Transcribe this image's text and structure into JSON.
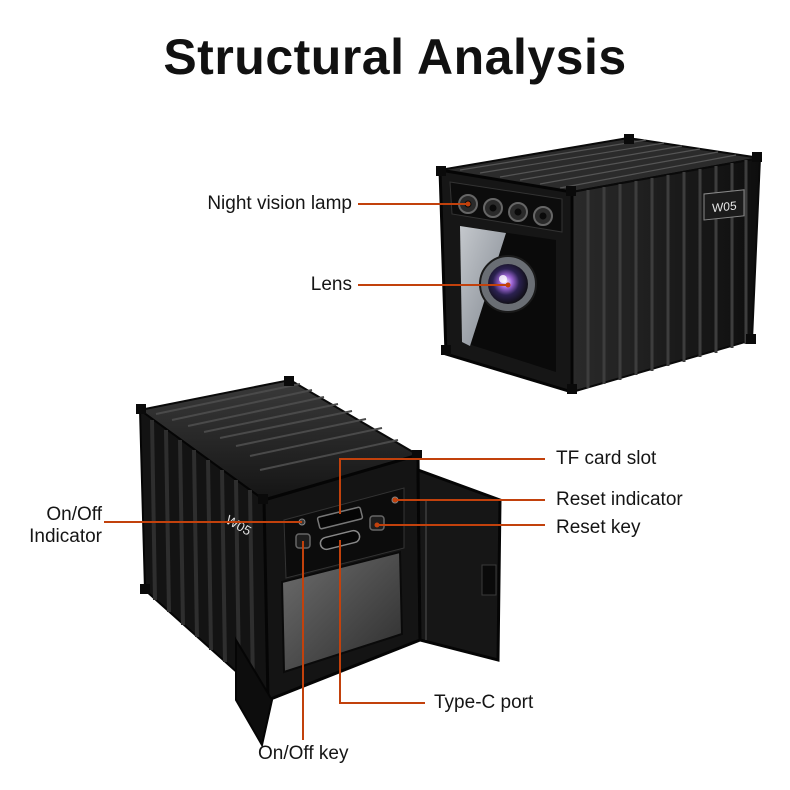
{
  "title": "Structural Analysis",
  "callouts": {
    "night_vision_lamp": "Night vision lamp",
    "lens": "Lens",
    "tf_card_slot": "TF card slot",
    "reset_indicator": "Reset indicator",
    "reset_key": "Reset key",
    "onoff_indicator_line1": "On/Off",
    "onoff_indicator_line2": "Indicator",
    "type_c_port": "Type-C port",
    "onoff_key": "On/Off key"
  },
  "device": {
    "model_label": "W05",
    "back_model_label": "W05"
  },
  "colors": {
    "leader_line": "#c2410c",
    "device_body": "#1a1a1a"
  }
}
